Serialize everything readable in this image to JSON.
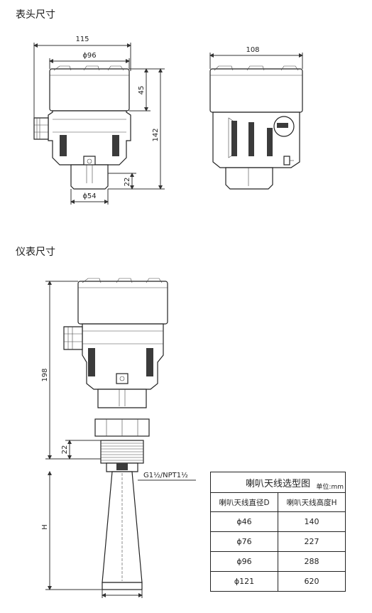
{
  "sections": {
    "head_title": "表头尺寸",
    "meter_title": "仪表尺寸"
  },
  "head_dims": {
    "width_overall": "115",
    "cover_dia": "ϕ96",
    "cover_height": "45",
    "total_height": "142",
    "neck_height": "22",
    "neck_dia": "ϕ54",
    "side_width": "108"
  },
  "meter_dims": {
    "total_height": "198",
    "thread_height": "22",
    "thread_spec": "G1½/NPT1½",
    "horn_height": "H"
  },
  "horn_table": {
    "title": "喇叭天线选型图",
    "unit": "单位:mm",
    "headers": [
      "喇叭天线直径D",
      "喇叭天线高度H"
    ],
    "rows": [
      {
        "diameter": "ϕ46",
        "height": "140"
      },
      {
        "diameter": "ϕ76",
        "height": "227"
      },
      {
        "diameter": "ϕ96",
        "height": "288"
      },
      {
        "diameter": "ϕ121",
        "height": "620"
      }
    ]
  }
}
